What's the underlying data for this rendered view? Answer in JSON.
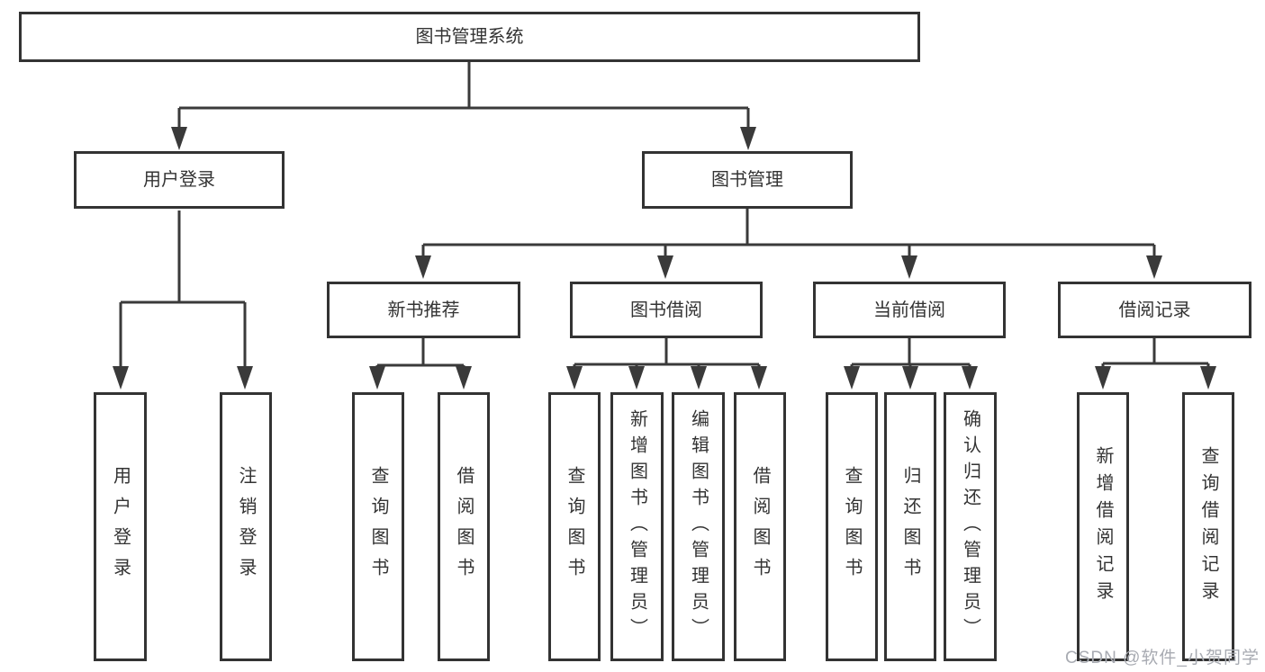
{
  "tree": {
    "label": "图书管理系统",
    "children": [
      {
        "label": "用户登录",
        "children": [
          {
            "label": "用户登录"
          },
          {
            "label": "注销登录"
          }
        ]
      },
      {
        "label": "图书管理",
        "children": [
          {
            "label": "新书推荐",
            "children": [
              {
                "label": "查询图书"
              },
              {
                "label": "借阅图书"
              }
            ]
          },
          {
            "label": "图书借阅",
            "children": [
              {
                "label": "查询图书"
              },
              {
                "label": "新增图书（管理员）"
              },
              {
                "label": "编辑图书（管理员）"
              },
              {
                "label": "借阅图书"
              }
            ]
          },
          {
            "label": "当前借阅",
            "children": [
              {
                "label": "查询图书"
              },
              {
                "label": "归还图书"
              },
              {
                "label": "确认归还（管理员）"
              }
            ]
          },
          {
            "label": "借阅记录",
            "children": [
              {
                "label": "新增借阅记录"
              },
              {
                "label": "查询借阅记录"
              }
            ]
          }
        ]
      }
    ]
  },
  "watermark": {
    "text": "CSDN @软件_小贺同学"
  },
  "colors": {
    "line": "#3a3a3a",
    "box_border": "#333333",
    "box_fill": "#ffffff",
    "text": "#333333",
    "watermark": "#a8abb2",
    "background": "#ffffff"
  }
}
